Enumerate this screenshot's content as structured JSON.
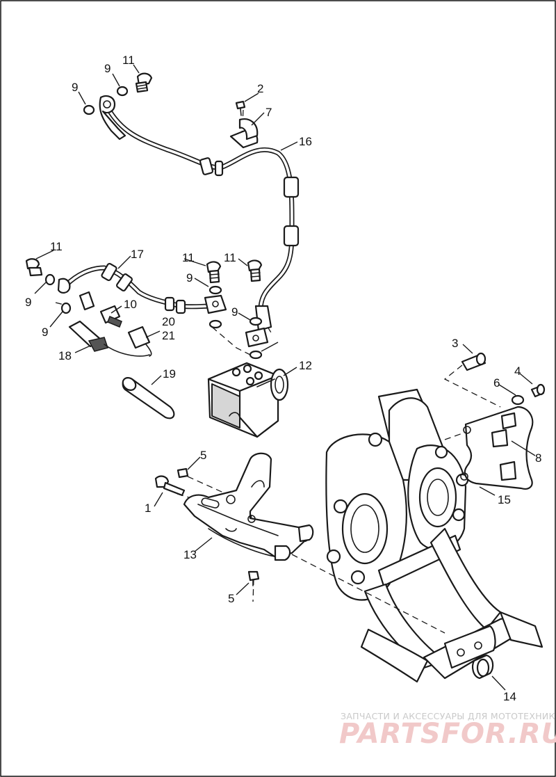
{
  "callouts": [
    {
      "id": "c11a",
      "text": "11"
    },
    {
      "id": "c9a",
      "text": "9"
    },
    {
      "id": "c9b",
      "text": "9"
    },
    {
      "id": "c2",
      "text": "2"
    },
    {
      "id": "c7",
      "text": "7"
    },
    {
      "id": "c16",
      "text": "16"
    },
    {
      "id": "c11b",
      "text": "11"
    },
    {
      "id": "c17",
      "text": "17"
    },
    {
      "id": "c11c",
      "text": "11"
    },
    {
      "id": "c11d",
      "text": "11"
    },
    {
      "id": "c9c",
      "text": "9"
    },
    {
      "id": "c9d",
      "text": "9"
    },
    {
      "id": "c10",
      "text": "10"
    },
    {
      "id": "c9e",
      "text": "9"
    },
    {
      "id": "c9f",
      "text": "9"
    },
    {
      "id": "c20",
      "text": "20"
    },
    {
      "id": "c21",
      "text": "21"
    },
    {
      "id": "c18",
      "text": "18"
    },
    {
      "id": "c12",
      "text": "12"
    },
    {
      "id": "c19",
      "text": "19"
    },
    {
      "id": "c3",
      "text": "3"
    },
    {
      "id": "c4",
      "text": "4"
    },
    {
      "id": "c6",
      "text": "6"
    },
    {
      "id": "c8",
      "text": "8"
    },
    {
      "id": "c15",
      "text": "15"
    },
    {
      "id": "c5a",
      "text": "5"
    },
    {
      "id": "c1",
      "text": "1"
    },
    {
      "id": "c13",
      "text": "13"
    },
    {
      "id": "c5b",
      "text": "5"
    },
    {
      "id": "c14",
      "text": "14"
    }
  ],
  "watermark": {
    "tagline": "ЗАПЧАСТИ И АКСЕССУАРЫ ДЛЯ МОТОТЕХНИКИ",
    "brand": "PARTSFOR.RU"
  }
}
